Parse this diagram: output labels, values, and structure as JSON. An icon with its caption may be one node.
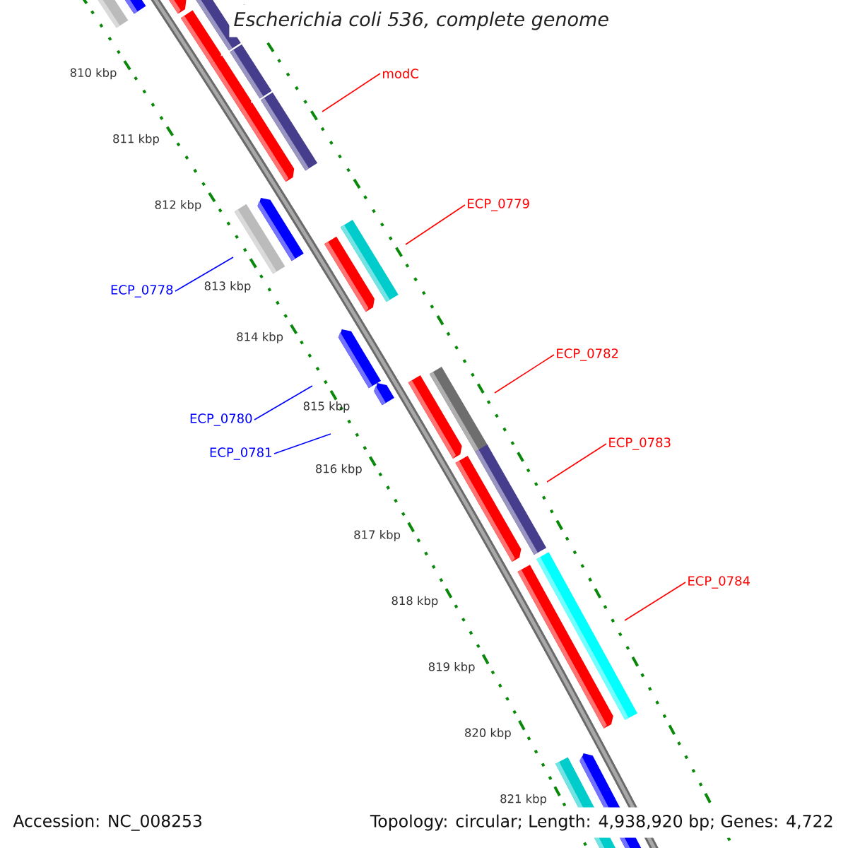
{
  "diagram": {
    "title": "Escherichia coli 536, complete genome",
    "nodes": [
      {
        "text": [
          "modC"
        ]
      },
      {
        "text": [
          "ECP_0779"
        ]
      },
      {
        "text": [
          "ECP_0778"
        ]
      },
      {
        "text": [
          "ECP_0782"
        ]
      },
      {
        "text": [
          "ECP_0780"
        ]
      },
      {
        "text": [
          "ECP_0781"
        ]
      },
      {
        "text": [
          "ECP_0783"
        ]
      },
      {
        "text": [
          "ECP_0784"
        ]
      }
    ],
    "edges": [
      {
        "from": 0,
        "to": null,
        "arrow": "none"
      },
      {
        "from": 1,
        "to": null,
        "arrow": "none"
      },
      {
        "from": 2,
        "to": null,
        "arrow": "none",
        "color": "#0000ff"
      },
      {
        "from": 3,
        "to": null,
        "arrow": "none"
      },
      {
        "from": 4,
        "to": null,
        "arrow": "none",
        "color": "#0000ff"
      },
      {
        "from": 5,
        "to": null,
        "arrow": "none",
        "color": "#0000ff"
      },
      {
        "from": 6,
        "to": null,
        "arrow": "none"
      },
      {
        "from": 7,
        "to": null,
        "arrow": "none"
      }
    ],
    "labels": [
      "810 kbp",
      "811 kbp",
      "812 kbp",
      "813 kbp",
      "814 kbp",
      "815 kbp",
      "816 kbp",
      "817 kbp",
      "818 kbp",
      "819 kbp",
      "820 kbp",
      "821 kbp",
      "Accession: NC_008253",
      "Topology: circular; Length: 4,938,920 bp; Genes: 4,722"
    ]
  }
}
